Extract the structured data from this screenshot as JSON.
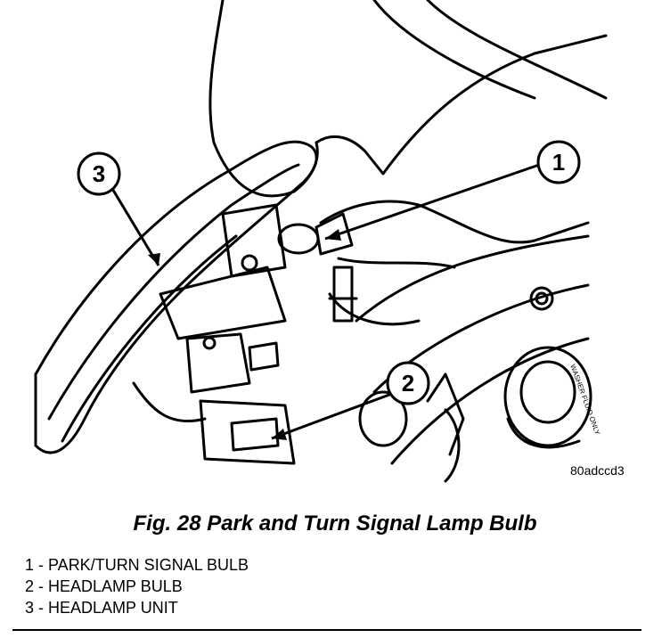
{
  "figure": {
    "code": "80adccd3",
    "caption": "Fig. 28 Park and Turn Signal Lamp Bulb"
  },
  "callouts": [
    {
      "num": "1"
    },
    {
      "num": "2"
    },
    {
      "num": "3"
    }
  ],
  "legend": [
    {
      "num": "1",
      "text": " - PARK/TURN SIGNAL BULB"
    },
    {
      "num": "2",
      "text": " - HEADLAMP BULB"
    },
    {
      "num": "3",
      "text": " - HEADLAMP UNIT"
    }
  ],
  "reservoir_text": "WASHER FLUID ONLY"
}
